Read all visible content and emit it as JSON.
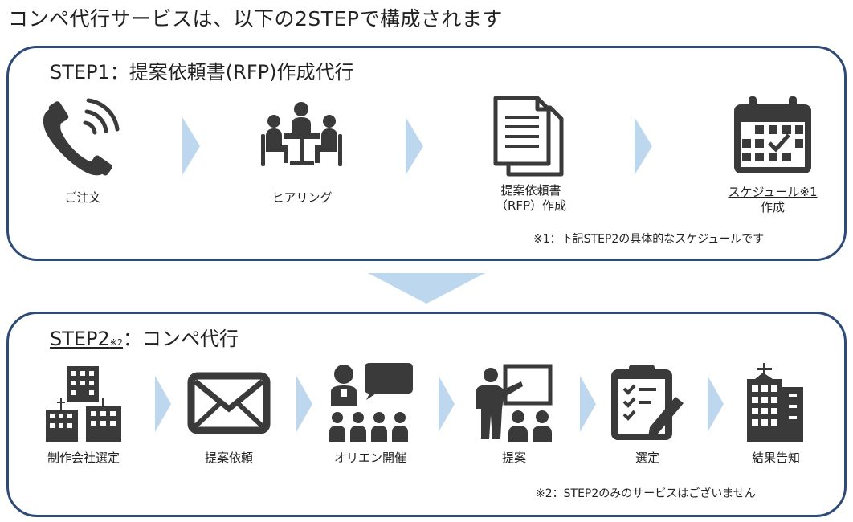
{
  "heading": "コンペ代行サービスは、以下の2STEPで構成されます",
  "step1": {
    "title": "STEP1：提案依頼書(RFP)作成代行",
    "items": [
      {
        "icon": "phone-icon",
        "label": "ご注文"
      },
      {
        "icon": "meeting-icon",
        "label": "ヒアリング"
      },
      {
        "icon": "document-icon",
        "label_line1": "提案依頼書",
        "label_line2": "（RFP）作成"
      },
      {
        "icon": "calendar-icon",
        "label_line1": "スケジュール※1",
        "label_line2": "作成"
      }
    ],
    "note": "※1：下記STEP2の具体的なスケジュールです"
  },
  "step2": {
    "title_main": "STEP2",
    "title_sub": "※2",
    "title_rest": "：コンペ代行",
    "items": [
      {
        "icon": "buildings-icon",
        "label": "制作会社選定"
      },
      {
        "icon": "envelope-icon",
        "label": "提案依頼"
      },
      {
        "icon": "orientation-icon",
        "label": "オリエン開催"
      },
      {
        "icon": "presentation-icon",
        "label": "提案"
      },
      {
        "icon": "checklist-icon",
        "label": "選定"
      },
      {
        "icon": "office-building-icon",
        "label": "結果告知"
      }
    ],
    "note": "※2：STEP2のみのサービスはございません"
  },
  "colors": {
    "border": "#2e4a76",
    "arrow": "#bdd7ee",
    "icon": "#3a3a3a"
  }
}
